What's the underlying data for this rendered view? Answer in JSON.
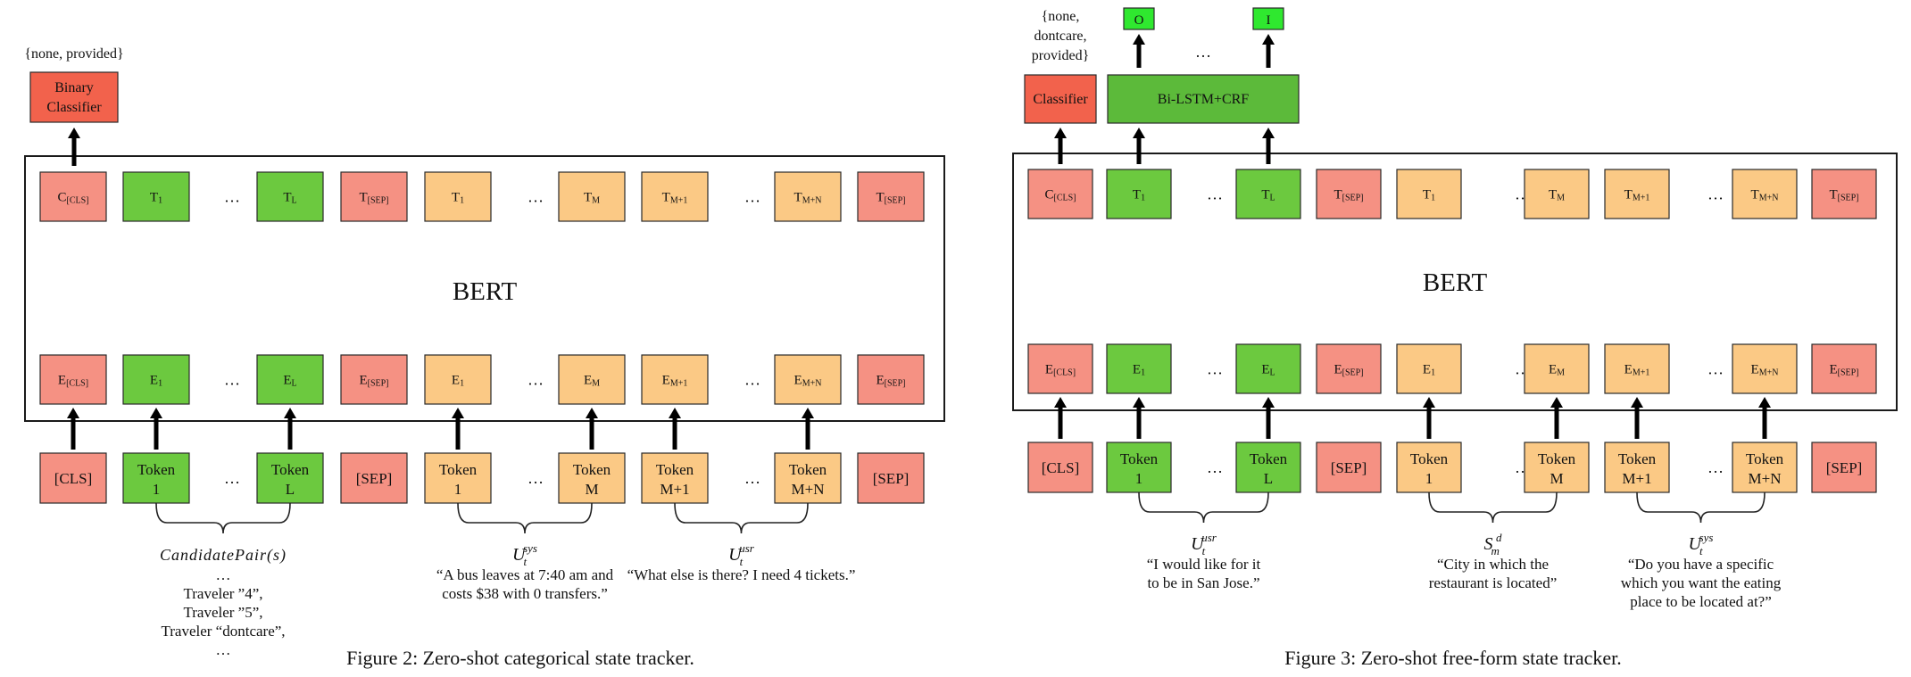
{
  "colors": {
    "salmon": "#f59183",
    "green": "#6cc93f",
    "orange": "#fbc985",
    "red": "#f2624c",
    "dark_green": "#5cba3a",
    "bright_green": "#2fe82f"
  },
  "figure2": {
    "caption": "Figure 2: Zero-shot categorical state tracker.",
    "bert_label": "BERT",
    "output_labels": "{none, provided}",
    "classifier": [
      "Binary",
      "Classifier"
    ],
    "top_row": [
      {
        "main": "C",
        "sub": "[CLS]",
        "color": "salmon"
      },
      {
        "main": "T",
        "sub": "1",
        "color": "green"
      },
      {
        "dots": "…"
      },
      {
        "main": "T",
        "sub": "L",
        "color": "green"
      },
      {
        "main": "T",
        "sub": "[SEP]",
        "color": "salmon"
      },
      {
        "main": "T",
        "sub": "1",
        "color": "orange"
      },
      {
        "dots": "…"
      },
      {
        "main": "T",
        "sub": "M",
        "color": "orange"
      },
      {
        "main": "T",
        "sub": "M+1",
        "color": "orange"
      },
      {
        "dots": "…"
      },
      {
        "main": "T",
        "sub": "M+N",
        "color": "orange"
      },
      {
        "main": "T",
        "sub": "[SEP]",
        "color": "salmon"
      }
    ],
    "embed_row": [
      {
        "main": "E",
        "sub": "[CLS]",
        "color": "salmon"
      },
      {
        "main": "E",
        "sub": "1",
        "color": "green"
      },
      {
        "dots": "…"
      },
      {
        "main": "E",
        "sub": "L",
        "color": "green"
      },
      {
        "main": "E",
        "sub": "[SEP]",
        "color": "salmon"
      },
      {
        "main": "E",
        "sub": "1",
        "color": "orange"
      },
      {
        "dots": "…"
      },
      {
        "main": "E",
        "sub": "M",
        "color": "orange"
      },
      {
        "main": "E",
        "sub": "M+1",
        "color": "orange"
      },
      {
        "dots": "…"
      },
      {
        "main": "E",
        "sub": "M+N",
        "color": "orange"
      },
      {
        "main": "E",
        "sub": "[SEP]",
        "color": "salmon"
      }
    ],
    "token_row": [
      {
        "lines": [
          "[CLS]"
        ],
        "color": "salmon"
      },
      {
        "lines": [
          "Token",
          "1"
        ],
        "color": "green"
      },
      {
        "dots": "…"
      },
      {
        "lines": [
          "Token",
          "L"
        ],
        "color": "green"
      },
      {
        "lines": [
          "[SEP]"
        ],
        "color": "salmon"
      },
      {
        "lines": [
          "Token",
          "1"
        ],
        "color": "orange"
      },
      {
        "dots": "…"
      },
      {
        "lines": [
          "Token",
          "M"
        ],
        "color": "orange"
      },
      {
        "lines": [
          "Token",
          "M+1"
        ],
        "color": "orange"
      },
      {
        "dots": "…"
      },
      {
        "lines": [
          "Token",
          "M+N"
        ],
        "color": "orange"
      },
      {
        "lines": [
          "[SEP]"
        ],
        "color": "salmon"
      }
    ],
    "brace1": {
      "label": "CandidatePair(s)",
      "lines": [
        "…",
        "Traveler ”4”,",
        "Traveler ”5”,",
        "Traveler “dontcare”,",
        "…"
      ]
    },
    "brace2": {
      "label_base": "U",
      "label_sub": "t",
      "label_sup": "sys",
      "lines": [
        "“A bus leaves at 7:40 am and",
        "costs $38 with 0 transfers.”"
      ]
    },
    "brace3": {
      "label_base": "U",
      "label_sub": "t",
      "label_sup": "usr",
      "lines": [
        "“What else is there? I need 4 tickets.”"
      ]
    }
  },
  "figure3": {
    "caption": "Figure 3: Zero-shot free-form state tracker.",
    "bert_label": "BERT",
    "output_labels": [
      "{none,",
      "dontcare,",
      "provided}"
    ],
    "classifier": "Classifier",
    "bilstm": "Bi-LSTM+CRF",
    "tag_left": "O",
    "tag_right": "I",
    "tag_dots": "…",
    "top_row": [
      {
        "main": "C",
        "sub": "[CLS]",
        "color": "salmon"
      },
      {
        "main": "T",
        "sub": "1",
        "color": "green"
      },
      {
        "dots": "…"
      },
      {
        "main": "T",
        "sub": "L",
        "color": "green"
      },
      {
        "main": "T",
        "sub": "[SEP]",
        "color": "salmon"
      },
      {
        "main": "T",
        "sub": "1",
        "color": "orange"
      },
      {
        "dots": "…"
      },
      {
        "main": "T",
        "sub": "M",
        "color": "orange"
      },
      {
        "main": "T",
        "sub": "M+1",
        "color": "orange"
      },
      {
        "dots": "…"
      },
      {
        "main": "T",
        "sub": "M+N",
        "color": "orange"
      },
      {
        "main": "T",
        "sub": "[SEP]",
        "color": "salmon"
      }
    ],
    "embed_row": [
      {
        "main": "E",
        "sub": "[CLS]",
        "color": "salmon"
      },
      {
        "main": "E",
        "sub": "1",
        "color": "green"
      },
      {
        "dots": "…"
      },
      {
        "main": "E",
        "sub": "L",
        "color": "green"
      },
      {
        "main": "E",
        "sub": "[SEP]",
        "color": "salmon"
      },
      {
        "main": "E",
        "sub": "1",
        "color": "orange"
      },
      {
        "dots": "…"
      },
      {
        "main": "E",
        "sub": "M",
        "color": "orange"
      },
      {
        "main": "E",
        "sub": "M+1",
        "color": "orange"
      },
      {
        "dots": "…"
      },
      {
        "main": "E",
        "sub": "M+N",
        "color": "orange"
      },
      {
        "main": "E",
        "sub": "[SEP]",
        "color": "salmon"
      }
    ],
    "token_row": [
      {
        "lines": [
          "[CLS]"
        ],
        "color": "salmon"
      },
      {
        "lines": [
          "Token",
          "1"
        ],
        "color": "green"
      },
      {
        "dots": "…"
      },
      {
        "lines": [
          "Token",
          "L"
        ],
        "color": "green"
      },
      {
        "lines": [
          "[SEP]"
        ],
        "color": "salmon"
      },
      {
        "lines": [
          "Token",
          "1"
        ],
        "color": "orange"
      },
      {
        "dots": "…"
      },
      {
        "lines": [
          "Token",
          "M"
        ],
        "color": "orange"
      },
      {
        "lines": [
          "Token",
          "M+1"
        ],
        "color": "orange"
      },
      {
        "dots": "…"
      },
      {
        "lines": [
          "Token",
          "M+N"
        ],
        "color": "orange"
      },
      {
        "lines": [
          "[SEP]"
        ],
        "color": "salmon"
      }
    ],
    "brace1": {
      "label_base": "U",
      "label_sub": "t",
      "label_sup": "usr",
      "lines": [
        "“I would like for it",
        "to be in San Jose.”"
      ]
    },
    "brace2": {
      "label_base": "S",
      "label_sub": "m",
      "label_sup": "d",
      "lines": [
        "“City in which the",
        "restaurant is located”"
      ]
    },
    "brace3": {
      "label_base": "U",
      "label_sub": "t",
      "label_sup": "sys",
      "lines": [
        "“Do you have a specific",
        "which you want the eating",
        "place to be located at?”"
      ]
    }
  }
}
